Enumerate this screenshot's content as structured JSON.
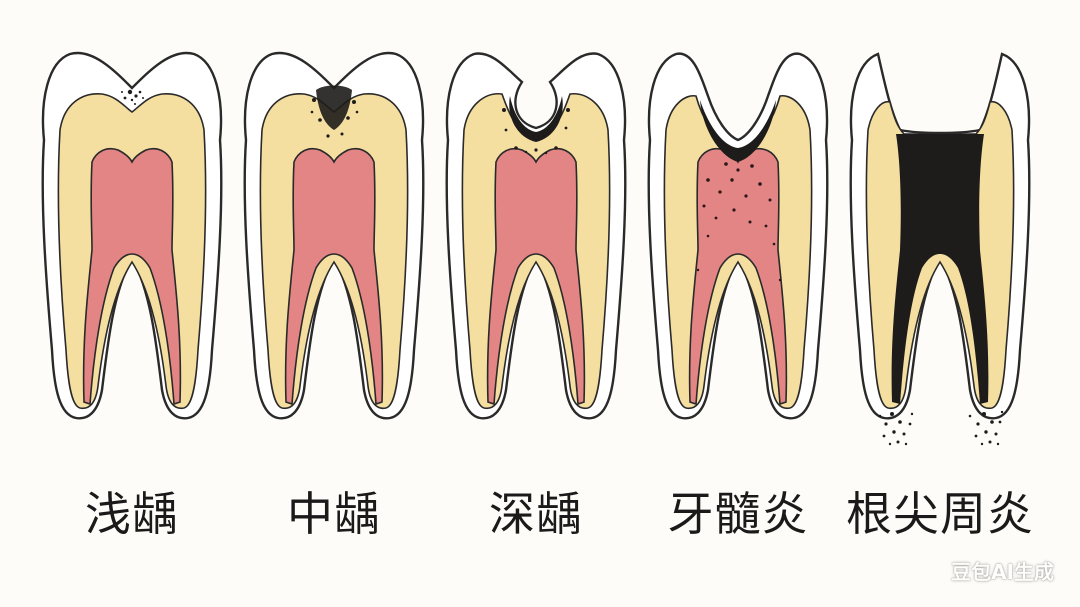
{
  "stages": [
    {
      "label": "浅龋"
    },
    {
      "label": "中龋"
    },
    {
      "label": "深龋"
    },
    {
      "label": "牙髓炎"
    },
    {
      "label": "根尖周炎"
    }
  ],
  "watermark": "豆包AI生成",
  "colors": {
    "background": "#fdfcf8",
    "enamel": "#ffffff",
    "dentin": "#f4dea0",
    "pulp": "#e38585",
    "decay": "#1e1c1a",
    "outline": "#2a2a2a"
  }
}
